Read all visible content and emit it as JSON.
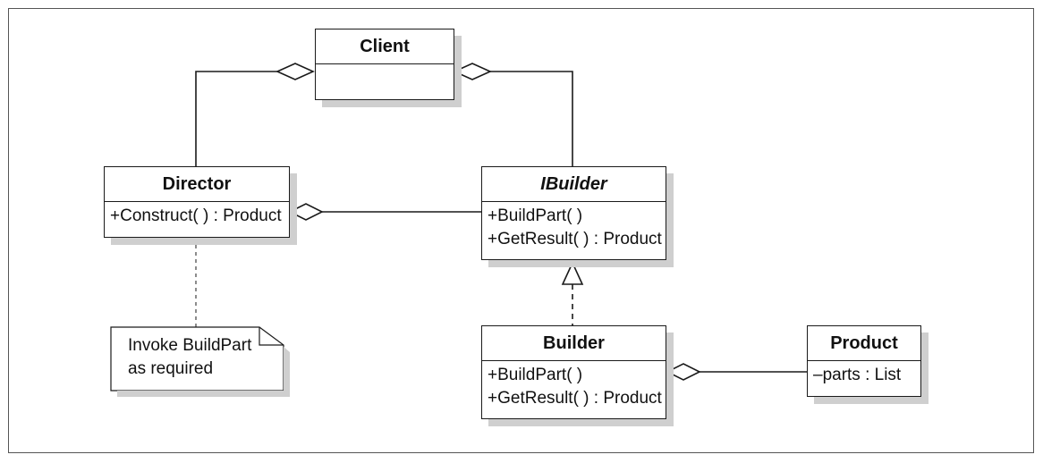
{
  "classes": {
    "client": {
      "name": "Client"
    },
    "director": {
      "name": "Director",
      "ops": [
        "+Construct( ) : Product"
      ]
    },
    "ibuilder": {
      "name": "IBuilder",
      "ops": [
        "+BuildPart( )",
        "+GetResult( ) : Product"
      ]
    },
    "builder": {
      "name": "Builder",
      "ops": [
        "+BuildPart( )",
        "+GetResult( ) : Product"
      ]
    },
    "product": {
      "name": "Product",
      "ops": [
        "–parts : List"
      ]
    }
  },
  "note": {
    "lines": [
      "Invoke BuildPart",
      "as required"
    ]
  }
}
